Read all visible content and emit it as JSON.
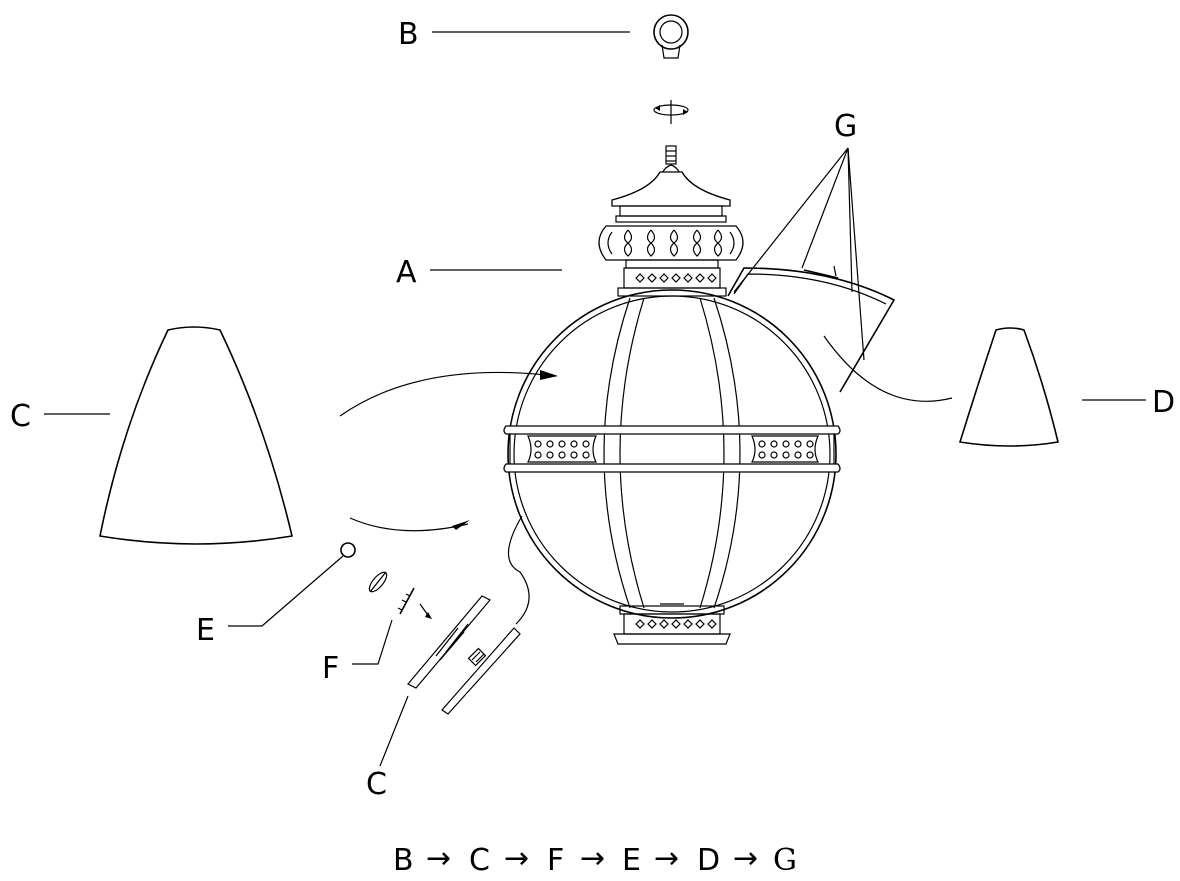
{
  "labels": {
    "a": "A",
    "b": "B",
    "c_left": "C",
    "c_bottom": "C",
    "d": "D",
    "e": "E",
    "f": "F",
    "g": "G"
  },
  "sequence": [
    "B",
    "C",
    "F",
    "E",
    "D",
    "G"
  ],
  "sequence_arrow": "→"
}
